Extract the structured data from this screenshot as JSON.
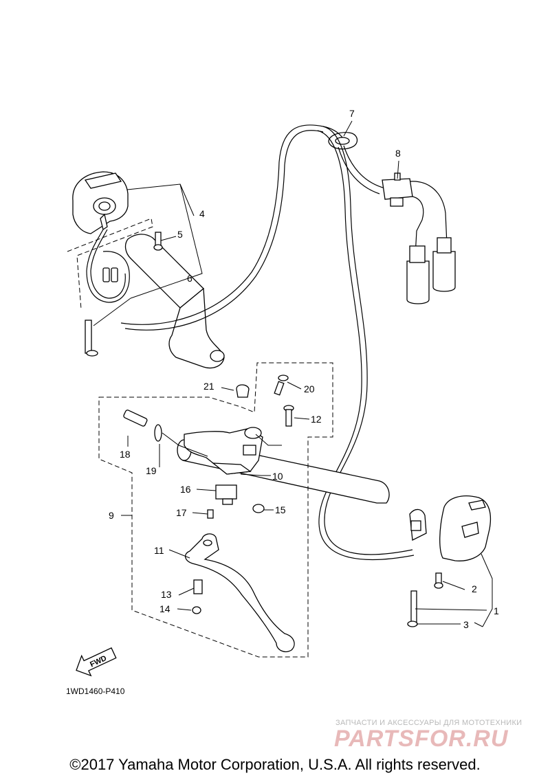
{
  "diagram_code": "1WD1460-P410",
  "fwd_label": "FWD",
  "callouts": [
    "1",
    "2",
    "3",
    "4",
    "5",
    "6",
    "7",
    "8",
    "9",
    "10",
    "11",
    "12",
    "13",
    "14",
    "15",
    "16",
    "17",
    "18",
    "19",
    "20",
    "21"
  ],
  "watermark": {
    "tagline": "ЗАПЧАСТИ И АКСЕССУАРЫ ДЛЯ МОТОТЕХНИКИ",
    "logo": "PARTSFOR.RU"
  },
  "copyright": "©2017 Yamaha Motor Corporation, U.S.A. All rights reserved."
}
